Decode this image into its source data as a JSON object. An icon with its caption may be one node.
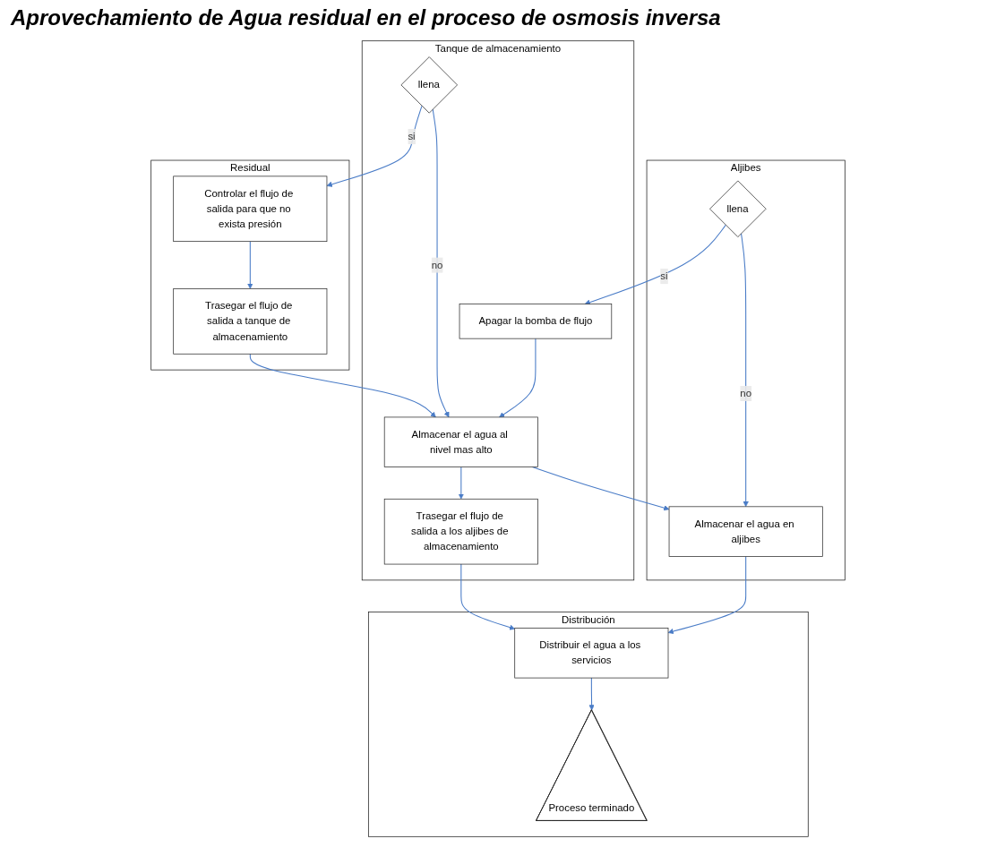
{
  "diagram": {
    "title": "Aprovechamiento de Agua residual en el proceso de osmosis inversa",
    "nodes": [
      {
        "text": [
          "Residual"
        ]
      },
      {
        "text": [
          "Controlar el flujo de salida para que no exista presión"
        ],
        "in": 0
      },
      {
        "text": [
          "Trasegar el flujo de salida a tanque de almacenamiento"
        ],
        "in": 0
      },
      {
        "text": [
          "Tanque de almacenamiento"
        ]
      },
      {
        "text": [
          "llena"
        ],
        "in": 3
      },
      {
        "text": [
          "Almacenar el agua al nivel mas alto"
        ],
        "in": 3
      },
      {
        "text": [
          "Trasegar el flujo de salida a los aljibes de almacenamiento"
        ],
        "in": 3
      },
      {
        "text": [
          "Apagar la bomba de flujo"
        ],
        "in": 3
      },
      {
        "text": [
          "Aljibes"
        ]
      },
      {
        "text": [
          "llena"
        ],
        "in": 8
      },
      {
        "text": [
          "Almacenar el agua en aljibes"
        ],
        "in": 8
      },
      {
        "text": [
          "Distribución"
        ]
      },
      {
        "text": [
          "Distribuir el agua a los servicios"
        ],
        "in": 11
      },
      {
        "text": [
          "Proceso terminado"
        ],
        "in": 11
      }
    ],
    "edges": [
      {
        "from": 4,
        "to": 1,
        "arrow": "to",
        "label": "si"
      },
      {
        "from": 1,
        "to": 2,
        "arrow": "to"
      },
      {
        "from": 2,
        "to": 5,
        "arrow": "to"
      },
      {
        "from": 4,
        "to": 5,
        "arrow": "to",
        "label": "no"
      },
      {
        "from": 7,
        "to": 5,
        "arrow": "to"
      },
      {
        "from": 5,
        "to": 6,
        "arrow": "to"
      },
      {
        "from": 5,
        "to": 10,
        "arrow": "to"
      },
      {
        "from": 6,
        "to": 12,
        "arrow": "to"
      },
      {
        "from": 9,
        "to": 7,
        "arrow": "to",
        "label": "si"
      },
      {
        "from": 9,
        "to": 10,
        "arrow": "to",
        "label": "no"
      },
      {
        "from": 10,
        "to": 12,
        "arrow": "to"
      },
      {
        "from": 12,
        "to": 13,
        "arrow": "to"
      }
    ]
  }
}
